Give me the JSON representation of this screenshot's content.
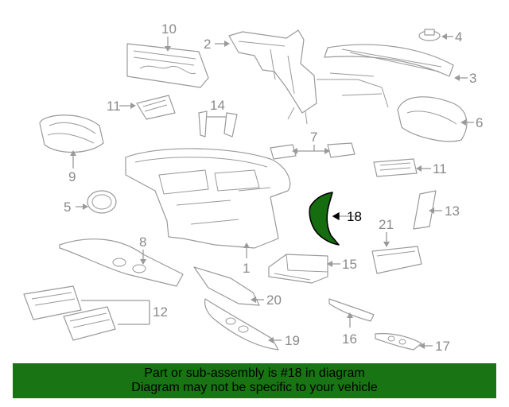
{
  "diagram": {
    "highlighted_part": "18",
    "callouts": {
      "c1": "1",
      "c2": "2",
      "c3": "3",
      "c4": "4",
      "c5": "5",
      "c6": "6",
      "c7": "7",
      "c8": "8",
      "c9": "9",
      "c10": "10",
      "c11a": "11",
      "c11b": "11",
      "c12": "12",
      "c13": "13",
      "c14": "14",
      "c15": "15",
      "c16": "16",
      "c17": "17",
      "c18": "18",
      "c19": "19",
      "c20": "20",
      "c21": "21"
    }
  },
  "banner": {
    "line1": "Part or sub-assembly is #18 in diagram",
    "line2": "Diagram may not be specific to your vehicle"
  },
  "colors": {
    "highlight_fill": "#166d10",
    "banner_background": "#197413",
    "line_art": "#9a9a9a"
  }
}
